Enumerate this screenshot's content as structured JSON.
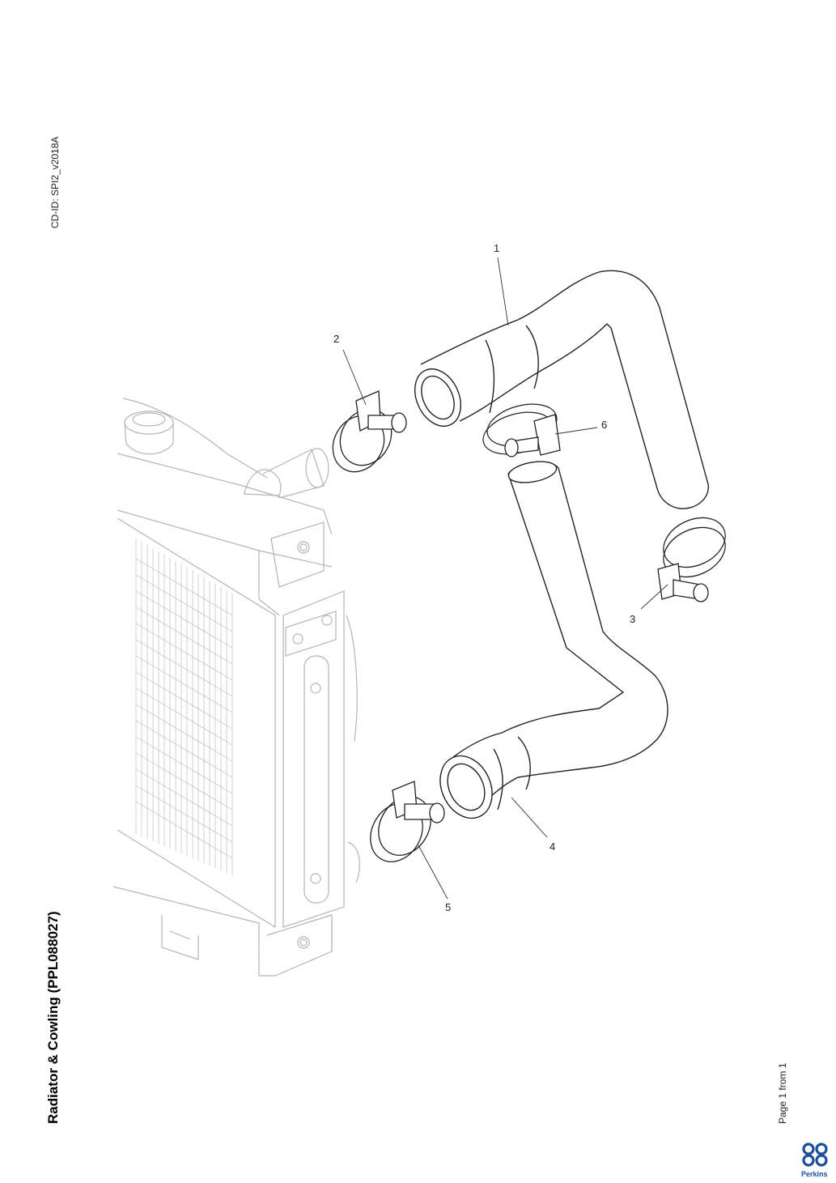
{
  "header": {
    "cd_id": "CD-ID: SPI2_v2018A"
  },
  "title": "Radiator & Cowling (PPL088027)",
  "footer": {
    "page": "Page 1 from 1",
    "brand": "Perkins"
  },
  "callouts": [
    {
      "number": "1",
      "part": "upper-hose"
    },
    {
      "number": "2",
      "part": "hose-clip"
    },
    {
      "number": "3",
      "part": "hose-clip"
    },
    {
      "number": "4",
      "part": "lower-hose"
    },
    {
      "number": "5",
      "part": "hose-clip"
    },
    {
      "number": "6",
      "part": "hose-clip"
    }
  ],
  "colors": {
    "line": "#222222",
    "faded": "#b5b5b5",
    "brand": "#1c4f9c"
  }
}
